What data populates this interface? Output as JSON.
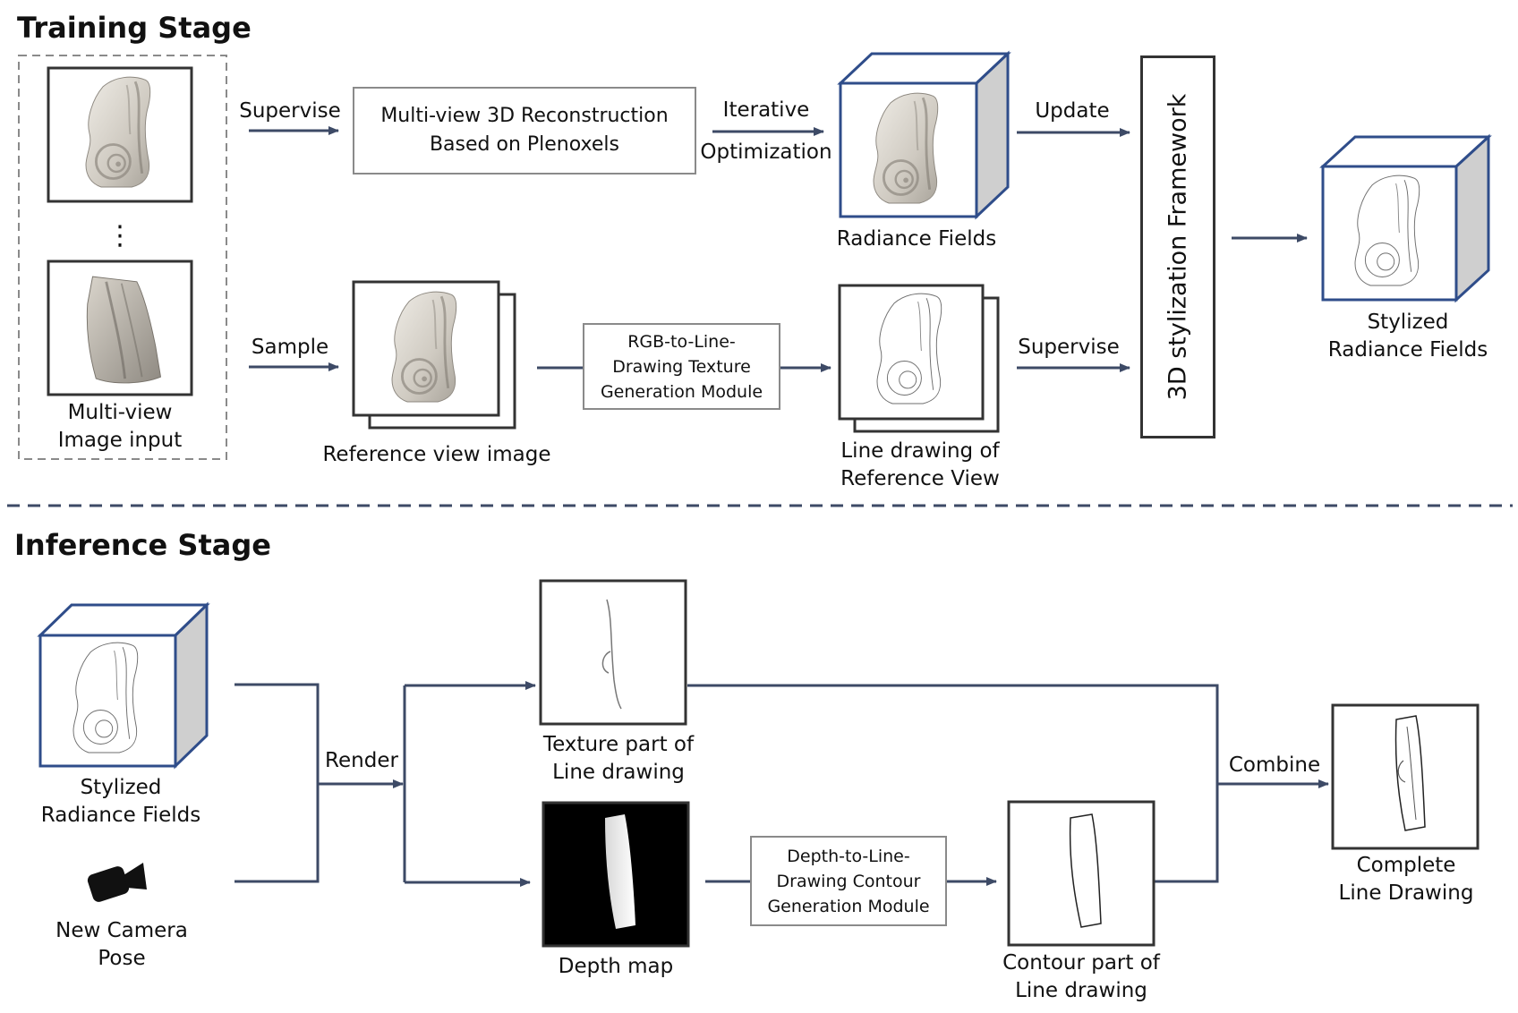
{
  "titles": {
    "training": "Training Stage",
    "inference": "Inference Stage"
  },
  "training": {
    "multiview_label": "Multi-view\nImage input",
    "ellipsis": "⋮",
    "supervise_top": "Supervise",
    "sample": "Sample",
    "reconstruction_module": "Multi-view 3D Reconstruction\nBased on Plenoxels",
    "iterative": "Iterative",
    "optimization": "Optimization",
    "radiance_fields": "Radiance Fields",
    "update": "Update",
    "framework": "3D stylization Framework",
    "stylized_fields": "Stylized\nRadiance Fields",
    "reference_view": "Reference view image",
    "rgb_module": "RGB-to-Line-\nDrawing Texture\nGeneration Module",
    "line_drawing_ref": "Line drawing of\nReference View",
    "supervise_bottom": "Supervise"
  },
  "inference": {
    "stylized_fields": "Stylized\nRadiance Fields",
    "camera_pose": "New Camera\nPose",
    "render": "Render",
    "texture_part": "Texture part of\nLine drawing",
    "depth_map": "Depth map",
    "depth_module": "Depth-to-Line-\nDrawing Contour\nGeneration Module",
    "contour_part": "Contour part of\nLine drawing",
    "combine": "Combine",
    "complete": "Complete\nLine Drawing"
  },
  "icons": {
    "camera": "camera-icon",
    "cube": "cube-icon"
  },
  "colors": {
    "cube_front": "#2f4d8a",
    "cube_side": "#cfcfcf",
    "arrow": "#3d4a66",
    "divider": "#3d4a66",
    "depth_bg": "#000000"
  }
}
